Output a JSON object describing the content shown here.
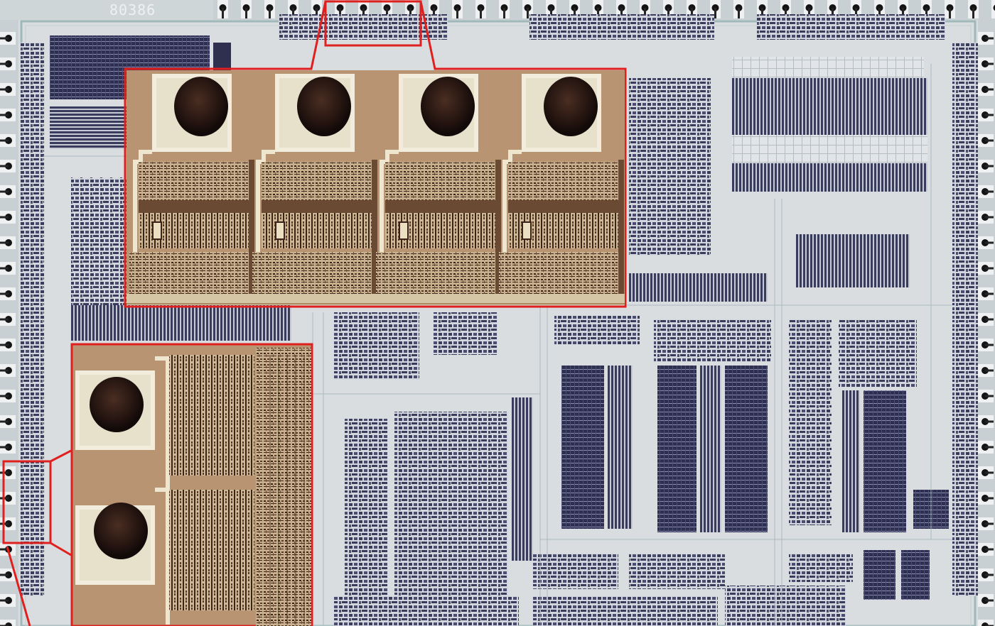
{
  "image": {
    "subject": "die-photo",
    "die_marking": "80386",
    "magnified_regions": [
      "top-pad-row-callout",
      "left-pad-column-callout"
    ],
    "colors": {
      "die_base": "#d9dde0",
      "metal_dark": "#2f3050",
      "metal_mid": "#4a4c70",
      "silicon_tan": "#b89473",
      "callout_red": "#e0201e",
      "bond_ball": "#2a1a14"
    }
  }
}
